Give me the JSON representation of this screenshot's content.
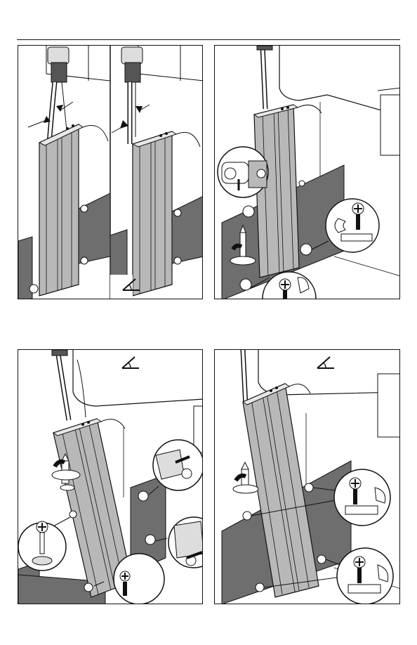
{
  "page": {
    "title": "",
    "colors": {
      "line": "#111111",
      "panel_fill": "#6e6e6e",
      "rail_fill": "#b8b8b8",
      "rail_shade": "#8f8f8f",
      "background": "#ffffff"
    },
    "icons": [
      "slope-angle-icon",
      "screw-icon",
      "anchor-icon",
      "rotation-arrow-icon",
      "wrench-icon"
    ]
  },
  "figures": [
    {
      "id": "fig-1a",
      "shows_angle_symbol": false
    },
    {
      "id": "fig-1b",
      "shows_angle_symbol": true
    },
    {
      "id": "fig-2",
      "shows_angle_symbol": false
    },
    {
      "id": "fig-3",
      "shows_angle_symbol": true
    },
    {
      "id": "fig-4",
      "shows_angle_symbol": true
    }
  ]
}
